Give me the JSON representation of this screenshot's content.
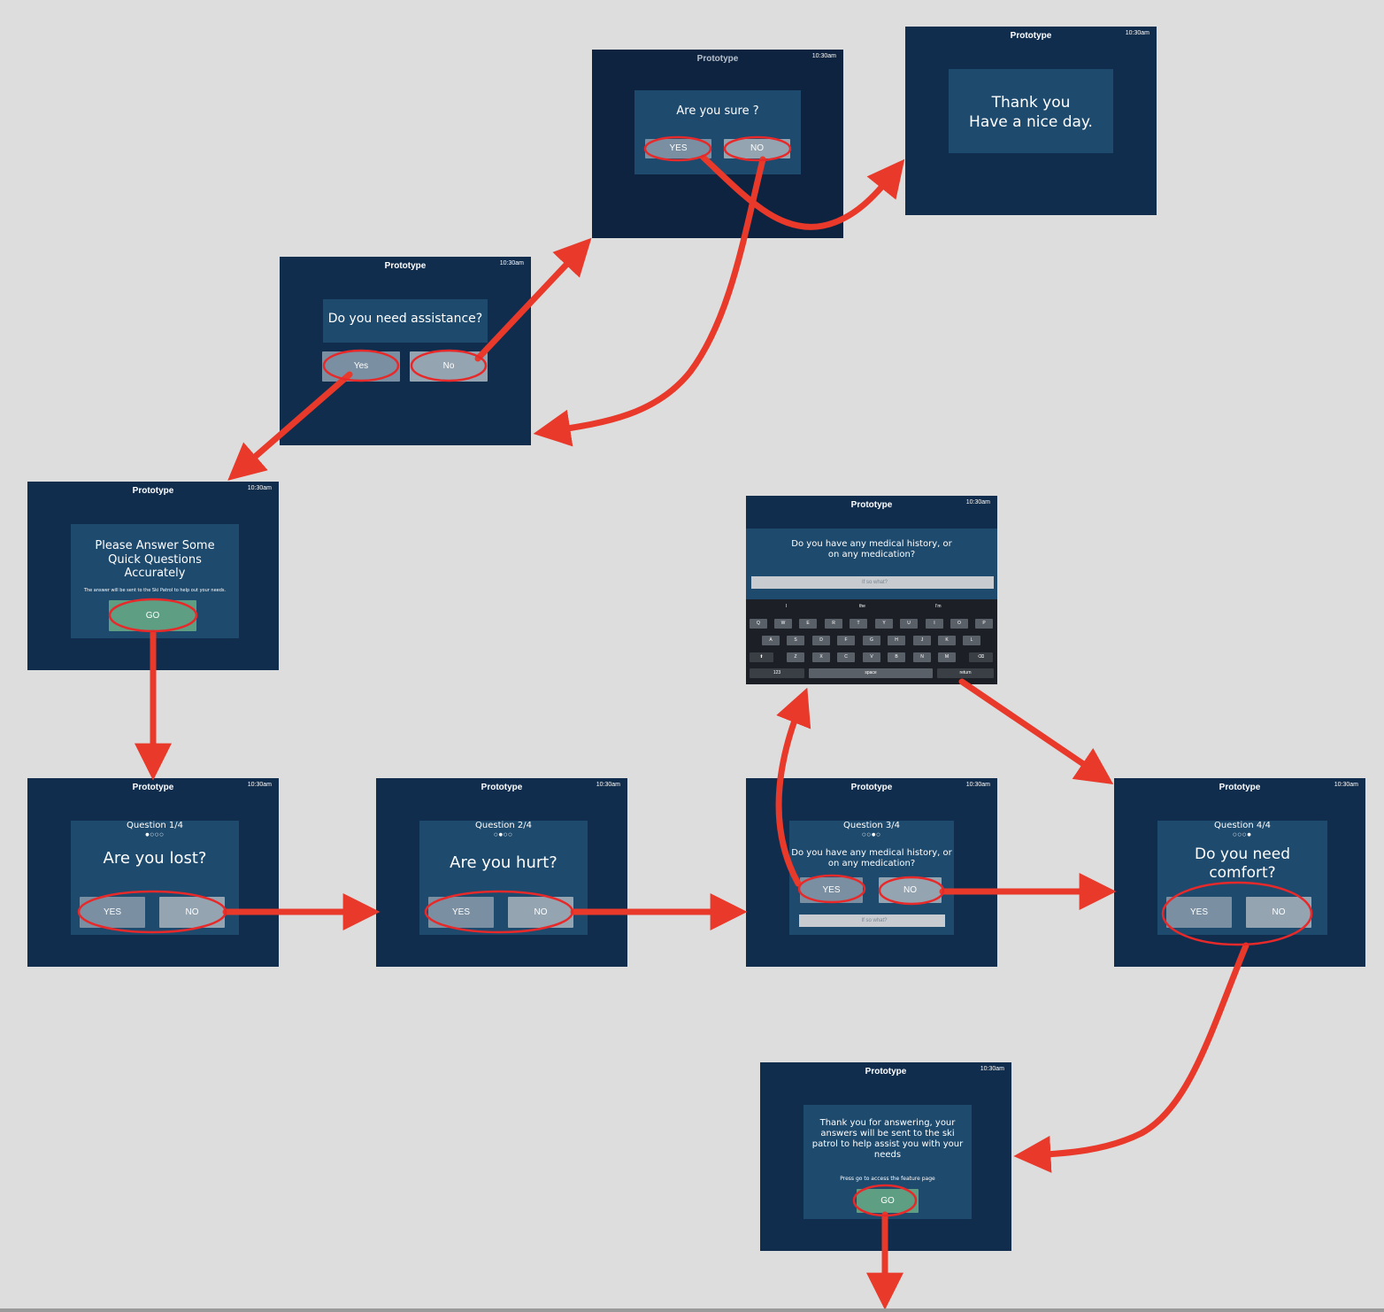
{
  "prototype_label": "Prototype",
  "time_label": "10:30am",
  "screens": {
    "assistance": {
      "question": "Do you need assistance?",
      "yes": "Yes",
      "no": "No"
    },
    "sure": {
      "question": "Are you sure ?",
      "yes": "YES",
      "no": "NO"
    },
    "thankyou": {
      "line1": "Thank you",
      "line2": "Have a nice day."
    },
    "intro": {
      "line1": "Please Answer Some",
      "line2": "Quick Questions",
      "line3": "Accurately",
      "note": "The answer will be sent to the Ski Patrol to help out your needs.",
      "go": "GO"
    },
    "medical": {
      "line1": "Do you have any medical history, or",
      "line2": "on any medication?",
      "placeholder": "If so what?",
      "suggestions": [
        "I",
        "the",
        "I'm"
      ],
      "row1": [
        "Q",
        "W",
        "E",
        "R",
        "T",
        "Y",
        "U",
        "I",
        "O",
        "P"
      ],
      "row2": [
        "A",
        "S",
        "D",
        "F",
        "G",
        "H",
        "J",
        "K",
        "L"
      ],
      "row3": [
        "⬆",
        "Z",
        "X",
        "C",
        "V",
        "B",
        "N",
        "M",
        "⌫"
      ],
      "numbers_key": "123",
      "space_key": "space",
      "return_key": "return"
    },
    "q1": {
      "counter": "Question 1/4",
      "dots": "●○○○",
      "question": "Are you lost?",
      "yes": "YES",
      "no": "NO"
    },
    "q2": {
      "counter": "Question 2/4",
      "dots": "○●○○",
      "question": "Are you hurt?",
      "yes": "YES",
      "no": "NO"
    },
    "q3": {
      "counter": "Question 3/4",
      "dots": "○○●○",
      "line1": "Do you have any medical history, or",
      "line2": "on any medication?",
      "yes": "YES",
      "no": "NO",
      "placeholder": "If so what?"
    },
    "q4": {
      "counter": "Question 4/4",
      "dots": "○○○●",
      "line1": "Do you need",
      "line2": "comfort?",
      "yes": "YES",
      "no": "NO"
    },
    "final": {
      "line1": "Thank you for answering, your",
      "line2": "answers will be sent to the ski",
      "line3": "patrol to help assist you with your",
      "line4": "needs",
      "note": "Press go to access the feature page",
      "go": "GO"
    }
  },
  "colors": {
    "background": "#dddddd",
    "screen": "#112d4e",
    "card": "#1e4a6e",
    "button": "#7a8fa1",
    "go_button": "#5e9e83",
    "arrow": "#e8392a"
  }
}
